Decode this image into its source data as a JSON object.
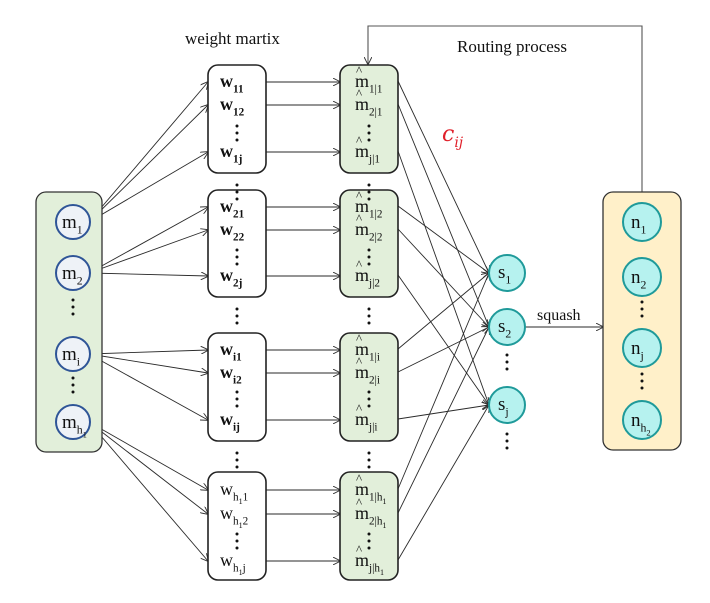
{
  "title_weight": "weight martix",
  "title_routing": "Routing process",
  "coupling_label": "c",
  "coupling_sub": "ij",
  "squash_label": "squash",
  "colors": {
    "input_panel_fill": "#e2efda",
    "input_node_stroke": "#2f5597",
    "input_node_fill": "#eef2f7",
    "pred_box_fill": "#e2efda",
    "s_node_fill": "#b6f2ef",
    "s_node_stroke": "#1f9a9a",
    "output_panel_fill": "#fff0c9",
    "coupling_color": "#e0202a",
    "line_color": "#222222"
  },
  "input_nodes": [
    {
      "base": "m",
      "sub": "1",
      "subsub": ""
    },
    {
      "base": "m",
      "sub": "2",
      "subsub": ""
    },
    {
      "base": "m",
      "sub": "i",
      "subsub": ""
    },
    {
      "base": "m",
      "sub": "h",
      "subsub": "1"
    }
  ],
  "weight_boxes": [
    {
      "rows": [
        {
          "sub": "11",
          "subsub": ""
        },
        {
          "sub": "12",
          "subsub": ""
        },
        {
          "sub": "1j",
          "subsub": ""
        }
      ]
    },
    {
      "rows": [
        {
          "sub": "21",
          "subsub": ""
        },
        {
          "sub": "22",
          "subsub": ""
        },
        {
          "sub": "2j",
          "subsub": ""
        }
      ]
    },
    {
      "rows": [
        {
          "sub": "i1",
          "subsub": ""
        },
        {
          "sub": "i2",
          "subsub": ""
        },
        {
          "sub": "ij",
          "subsub": ""
        }
      ]
    },
    {
      "rows": [
        {
          "sub": "h",
          "subsub": "1",
          "tail": "1"
        },
        {
          "sub": "h",
          "subsub": "1",
          "tail": "2"
        },
        {
          "sub": "h",
          "subsub": "1",
          "tail": "j"
        }
      ]
    }
  ],
  "weight_base": "w",
  "pred_base": "m",
  "pred_boxes": [
    {
      "rows": [
        "1|1",
        "2|1",
        "j|1"
      ],
      "subsub": ""
    },
    {
      "rows": [
        "1|2",
        "2|2",
        "j|2"
      ],
      "subsub": ""
    },
    {
      "rows": [
        "1|i",
        "2|i",
        "j|i"
      ],
      "subsub": ""
    },
    {
      "rows": [
        "1|h",
        "2|h",
        "j|h"
      ],
      "subsub": "1"
    }
  ],
  "s_nodes": [
    {
      "base": "s",
      "sub": "1"
    },
    {
      "base": "s",
      "sub": "2"
    },
    {
      "base": "s",
      "sub": "j"
    }
  ],
  "output_nodes": [
    {
      "base": "n",
      "sub": "1",
      "subsub": ""
    },
    {
      "base": "n",
      "sub": "2",
      "subsub": ""
    },
    {
      "base": "n",
      "sub": "j",
      "subsub": ""
    },
    {
      "base": "n",
      "sub": "h",
      "subsub": "2"
    }
  ],
  "ellipsis": "⋮"
}
